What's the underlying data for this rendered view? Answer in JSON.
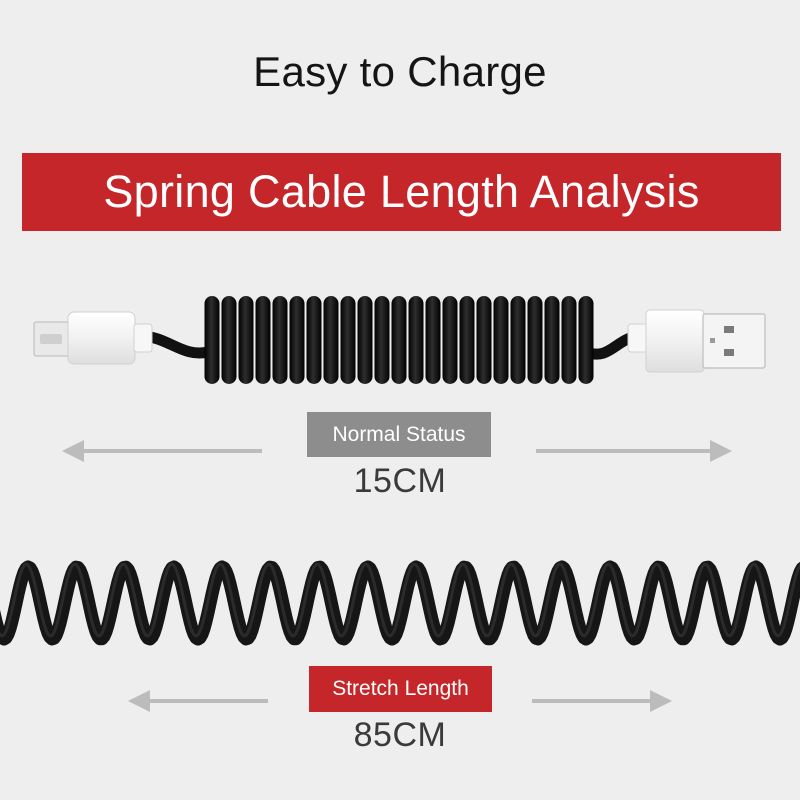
{
  "title": "Easy to Charge",
  "banner": "Spring Cable Length Analysis",
  "normal": {
    "label": "Normal Status",
    "value": "15CM"
  },
  "stretch": {
    "label": "Stretch Length",
    "value": "85CM"
  },
  "colors": {
    "accent": "#c5262a",
    "gray_tag": "#8d8d8d",
    "arrow": "#bcbcbc",
    "cable": "#1a1a1a",
    "background": "#eeeeee"
  }
}
